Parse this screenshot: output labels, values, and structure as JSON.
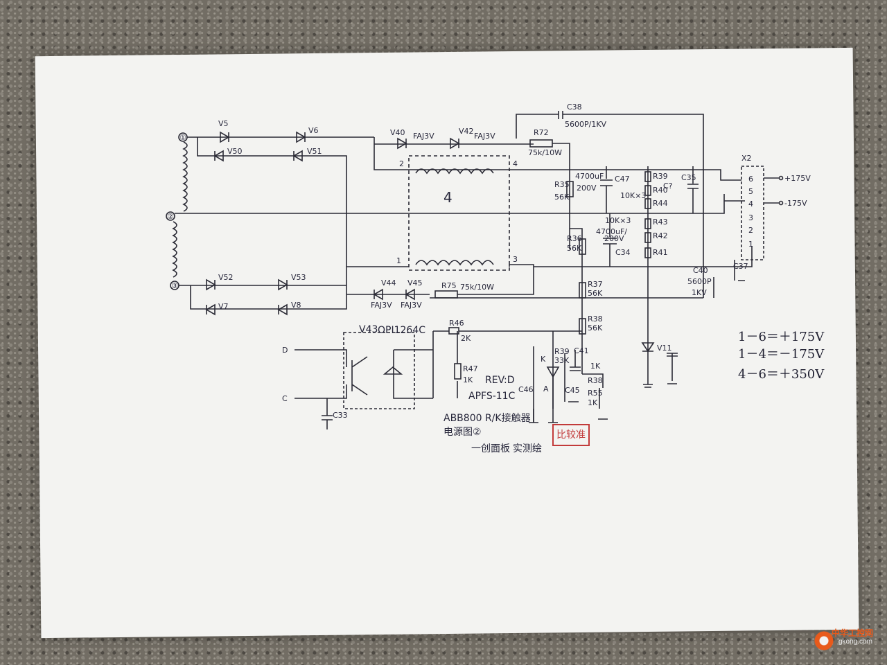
{
  "labels": {
    "t1": "①",
    "t3": "③",
    "t2": "②",
    "v5": "V5",
    "v6": "V6",
    "v50": "V50",
    "v51": "V51",
    "v52": "V52",
    "v53": "V53",
    "v7": "V7",
    "v8": "V8",
    "v40": "V40",
    "fa1": "FAJ3V",
    "v42": "V42",
    "fa2": "FAJ3V",
    "v44": "V44",
    "v45": "V45",
    "fa3": "FAJ3V",
    "fa4": "FAJ3V",
    "r72": "R72",
    "r72v": "75k/10W",
    "r75": "R75",
    "r75v": "75k/10W",
    "c38": "C38",
    "c38v": "5600P/1KV",
    "tr2": "2",
    "tr4": "4",
    "tr1": "1",
    "tr3": "3",
    "trmid": "4",
    "r35": "R35",
    "r35v": "56K",
    "c4uf": "4700uF",
    "c4v": "200V",
    "c47": "C47",
    "r39": "R39",
    "r40": "R40",
    "r44": "R44",
    "r43": "R43",
    "r42": "R42",
    "r41": "R41",
    "rv1": "10K×3",
    "rv2": "10K×3",
    "c35": "C35",
    "c36x": "C?",
    "c34uf": "4700uF/",
    "c34v": "200V",
    "c34": "C34",
    "r36": "R36",
    "r36v": "56K",
    "r37": "R37",
    "r37v": "56K",
    "r38": "R38",
    "r38v": "56K",
    "c40": "C40",
    "c40v": "5600P",
    "c40k": "1KV",
    "c37": "C37",
    "x2": "X2",
    "p6": "6",
    "p5": "5",
    "p4": "4",
    "p3": "3",
    "p2": "2",
    "p1": "1",
    "out1": "+175V",
    "out2": "-175V",
    "v11": "V11",
    "v43": "V43",
    "opto": "OPI1264C",
    "d": "D",
    "c": "C",
    "c33": "C33",
    "r46": "R46",
    "r46v": "2K",
    "r47": "R47",
    "r47v": "1K",
    "rev": "REV:D",
    "apfs": "APFS-11C",
    "c46": "C46",
    "k": "K",
    "a": "A",
    "r39b": "R39",
    "r39bv": "33K",
    "c41": "C41",
    "c45": "C45",
    "r38b": "R38",
    "r55": "R55",
    "k1": "1K",
    "k2": "1K",
    "note1": "ABB800 R/K接触器",
    "note2": "电源图②",
    "note3": "一创面板",
    "note4": "实测绘"
  },
  "annotations": [
    "1－6＝＋175V",
    "1－4＝－175V",
    "4－6＝＋350V"
  ],
  "stamp": "比较准",
  "watermark": {
    "cn": "中华工控网",
    "en": "gkong.com"
  }
}
